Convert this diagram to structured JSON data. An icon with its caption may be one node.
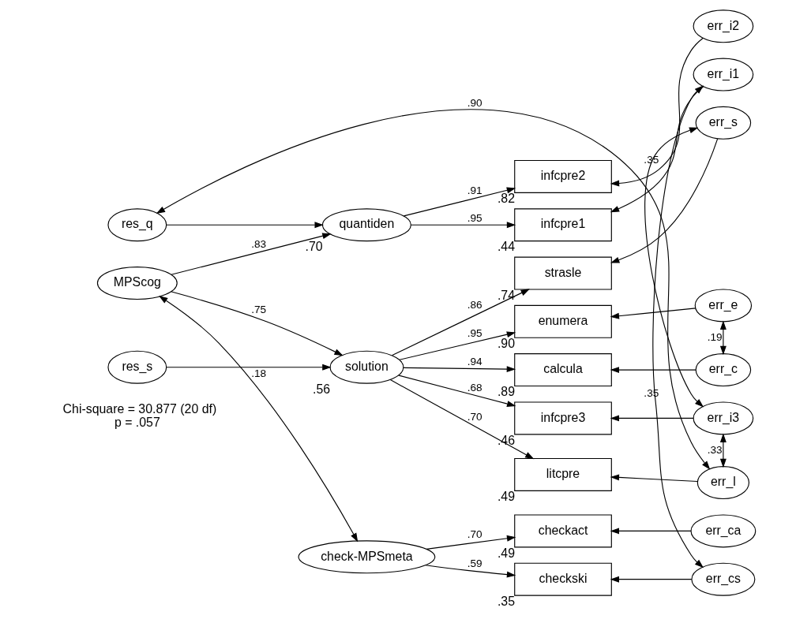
{
  "diagram": {
    "nodes": [
      {
        "text": [
          "strasle"
        ],
        "beside": [
          ".74"
        ]
      },
      {
        "text": [
          "err_s"
        ]
      },
      {
        "text": [
          "res_s"
        ]
      },
      {
        "text": [
          "enumera"
        ],
        "beside": [
          ".90"
        ]
      },
      {
        "text": [
          "err_e"
        ]
      },
      {
        "text": [
          "solution"
        ],
        "beside": [
          ".56"
        ]
      },
      {
        "text": [
          "calcula"
        ],
        "beside": [
          ".89"
        ]
      },
      {
        "text": [
          "err_c"
        ]
      },
      {
        "text": [
          "infcpre3"
        ],
        "beside": [
          ".46"
        ]
      },
      {
        "text": [
          "err_i3"
        ]
      },
      {
        "text": [
          "MPScog"
        ]
      },
      {
        "text": [
          "litcpre"
        ],
        "beside": [
          ".49"
        ]
      },
      {
        "text": [
          "err_l"
        ]
      },
      {
        "text": [
          "res_q"
        ]
      },
      {
        "text": [
          "infcpre2"
        ],
        "beside": [
          ".82"
        ]
      },
      {
        "text": [
          "err_i2"
        ]
      },
      {
        "text": [
          "quantiden"
        ],
        "beside": [
          ".70"
        ]
      },
      {
        "text": [
          "infcpre1"
        ],
        "beside": [
          ".44"
        ]
      },
      {
        "text": [
          "err_i1"
        ]
      },
      {
        "text": [
          "checkact"
        ],
        "beside": [
          ".49"
        ]
      },
      {
        "text": [
          "err_ca"
        ]
      },
      {
        "text": [
          "check-MPSmeta"
        ]
      },
      {
        "text": [
          "checkski"
        ],
        "beside": [
          ".35"
        ]
      },
      {
        "text": [
          "err_cs"
        ]
      }
    ],
    "edges": [
      {
        "from": 10,
        "to": 5,
        "arrow": "to",
        "label": ".75"
      },
      {
        "from": 10,
        "to": 16,
        "arrow": "to",
        "label": ".83"
      },
      {
        "from": 10,
        "to": 21,
        "arrow": "both",
        "label": ".18"
      },
      {
        "from": 2,
        "to": 5,
        "arrow": "to"
      },
      {
        "from": 13,
        "to": 16,
        "arrow": "to"
      },
      {
        "from": 5,
        "to": 0,
        "arrow": "to",
        "label": ".86"
      },
      {
        "from": 5,
        "to": 3,
        "arrow": "to",
        "label": ".95"
      },
      {
        "from": 5,
        "to": 6,
        "arrow": "to",
        "label": ".94"
      },
      {
        "from": 5,
        "to": 8,
        "arrow": "to",
        "label": ".68"
      },
      {
        "from": 5,
        "to": 11,
        "arrow": "to",
        "label": ".70"
      },
      {
        "from": 16,
        "to": 14,
        "arrow": "to",
        "label": ".91"
      },
      {
        "from": 16,
        "to": 17,
        "arrow": "to",
        "label": ".95"
      },
      {
        "from": 21,
        "to": 19,
        "arrow": "to",
        "label": ".70"
      },
      {
        "from": 21,
        "to": 22,
        "arrow": "to",
        "label": ".59"
      },
      {
        "from": 1,
        "to": 0,
        "arrow": "to"
      },
      {
        "from": 4,
        "to": 3,
        "arrow": "to"
      },
      {
        "from": 7,
        "to": 6,
        "arrow": "to"
      },
      {
        "from": 9,
        "to": 8,
        "arrow": "to"
      },
      {
        "from": 12,
        "to": 11,
        "arrow": "to"
      },
      {
        "from": 15,
        "to": 14,
        "arrow": "to"
      },
      {
        "from": 18,
        "to": 17,
        "arrow": "to"
      },
      {
        "from": 20,
        "to": 19,
        "arrow": "to"
      },
      {
        "from": 23,
        "to": 22,
        "arrow": "to"
      },
      {
        "from": 1,
        "to": 9,
        "arrow": "both",
        "label": ".35"
      },
      {
        "from": 4,
        "to": 7,
        "arrow": "both",
        "label": ".19"
      },
      {
        "from": 9,
        "to": 12,
        "arrow": "both",
        "label": ".33"
      },
      {
        "from": 12,
        "to": 13,
        "arrow": "both",
        "label": ".90"
      },
      {
        "from": 18,
        "to": 23,
        "arrow": "both",
        "label": ".35"
      }
    ],
    "labels": [
      "Chi-square = 30.877 (20 df)",
      "p = .057"
    ]
  }
}
